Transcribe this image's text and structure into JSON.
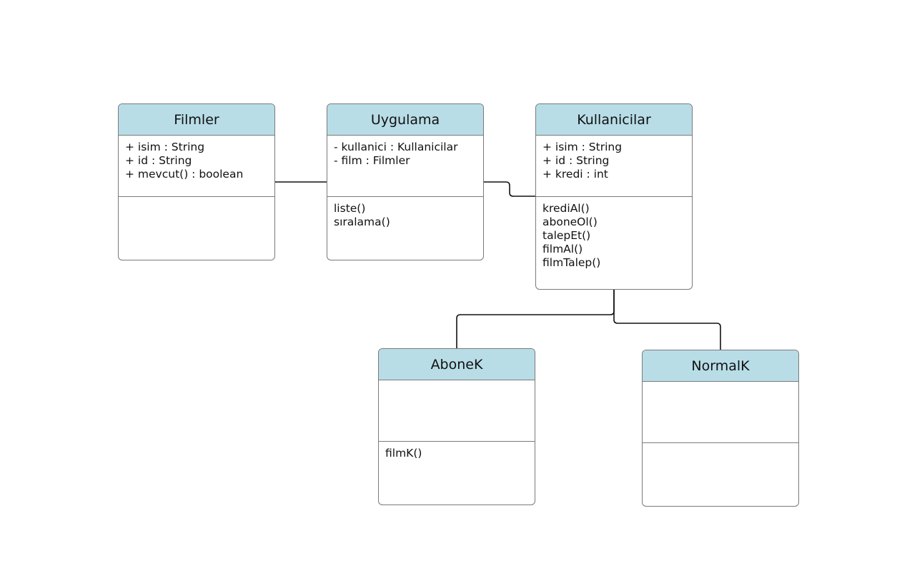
{
  "classes": {
    "filmler": {
      "name": "Filmler",
      "attributes": [
        "+ isim : String",
        "+ id : String",
        "+ mevcut() : boolean"
      ],
      "methods": []
    },
    "uygulama": {
      "name": "Uygulama",
      "attributes": [
        "- kullanici : Kullanicilar",
        "- film : Filmler"
      ],
      "methods": [
        "liste()",
        "sıralama()"
      ]
    },
    "kullanicilar": {
      "name": "Kullanicilar",
      "attributes": [
        "+ isim : String",
        "+ id : String",
        "+ kredi : int"
      ],
      "methods": [
        "krediAl()",
        "aboneOl()",
        "talepEt()",
        "filmAl()",
        "filmTalep()"
      ]
    },
    "abonek": {
      "name": "AboneK",
      "attributes": [],
      "methods": [
        "filmK()"
      ]
    },
    "normalk": {
      "name": "NormalK",
      "attributes": [],
      "methods": []
    }
  },
  "colors": {
    "header_fill": "#b8dde7",
    "border": "#7a7a7a",
    "connector": "#111111"
  }
}
